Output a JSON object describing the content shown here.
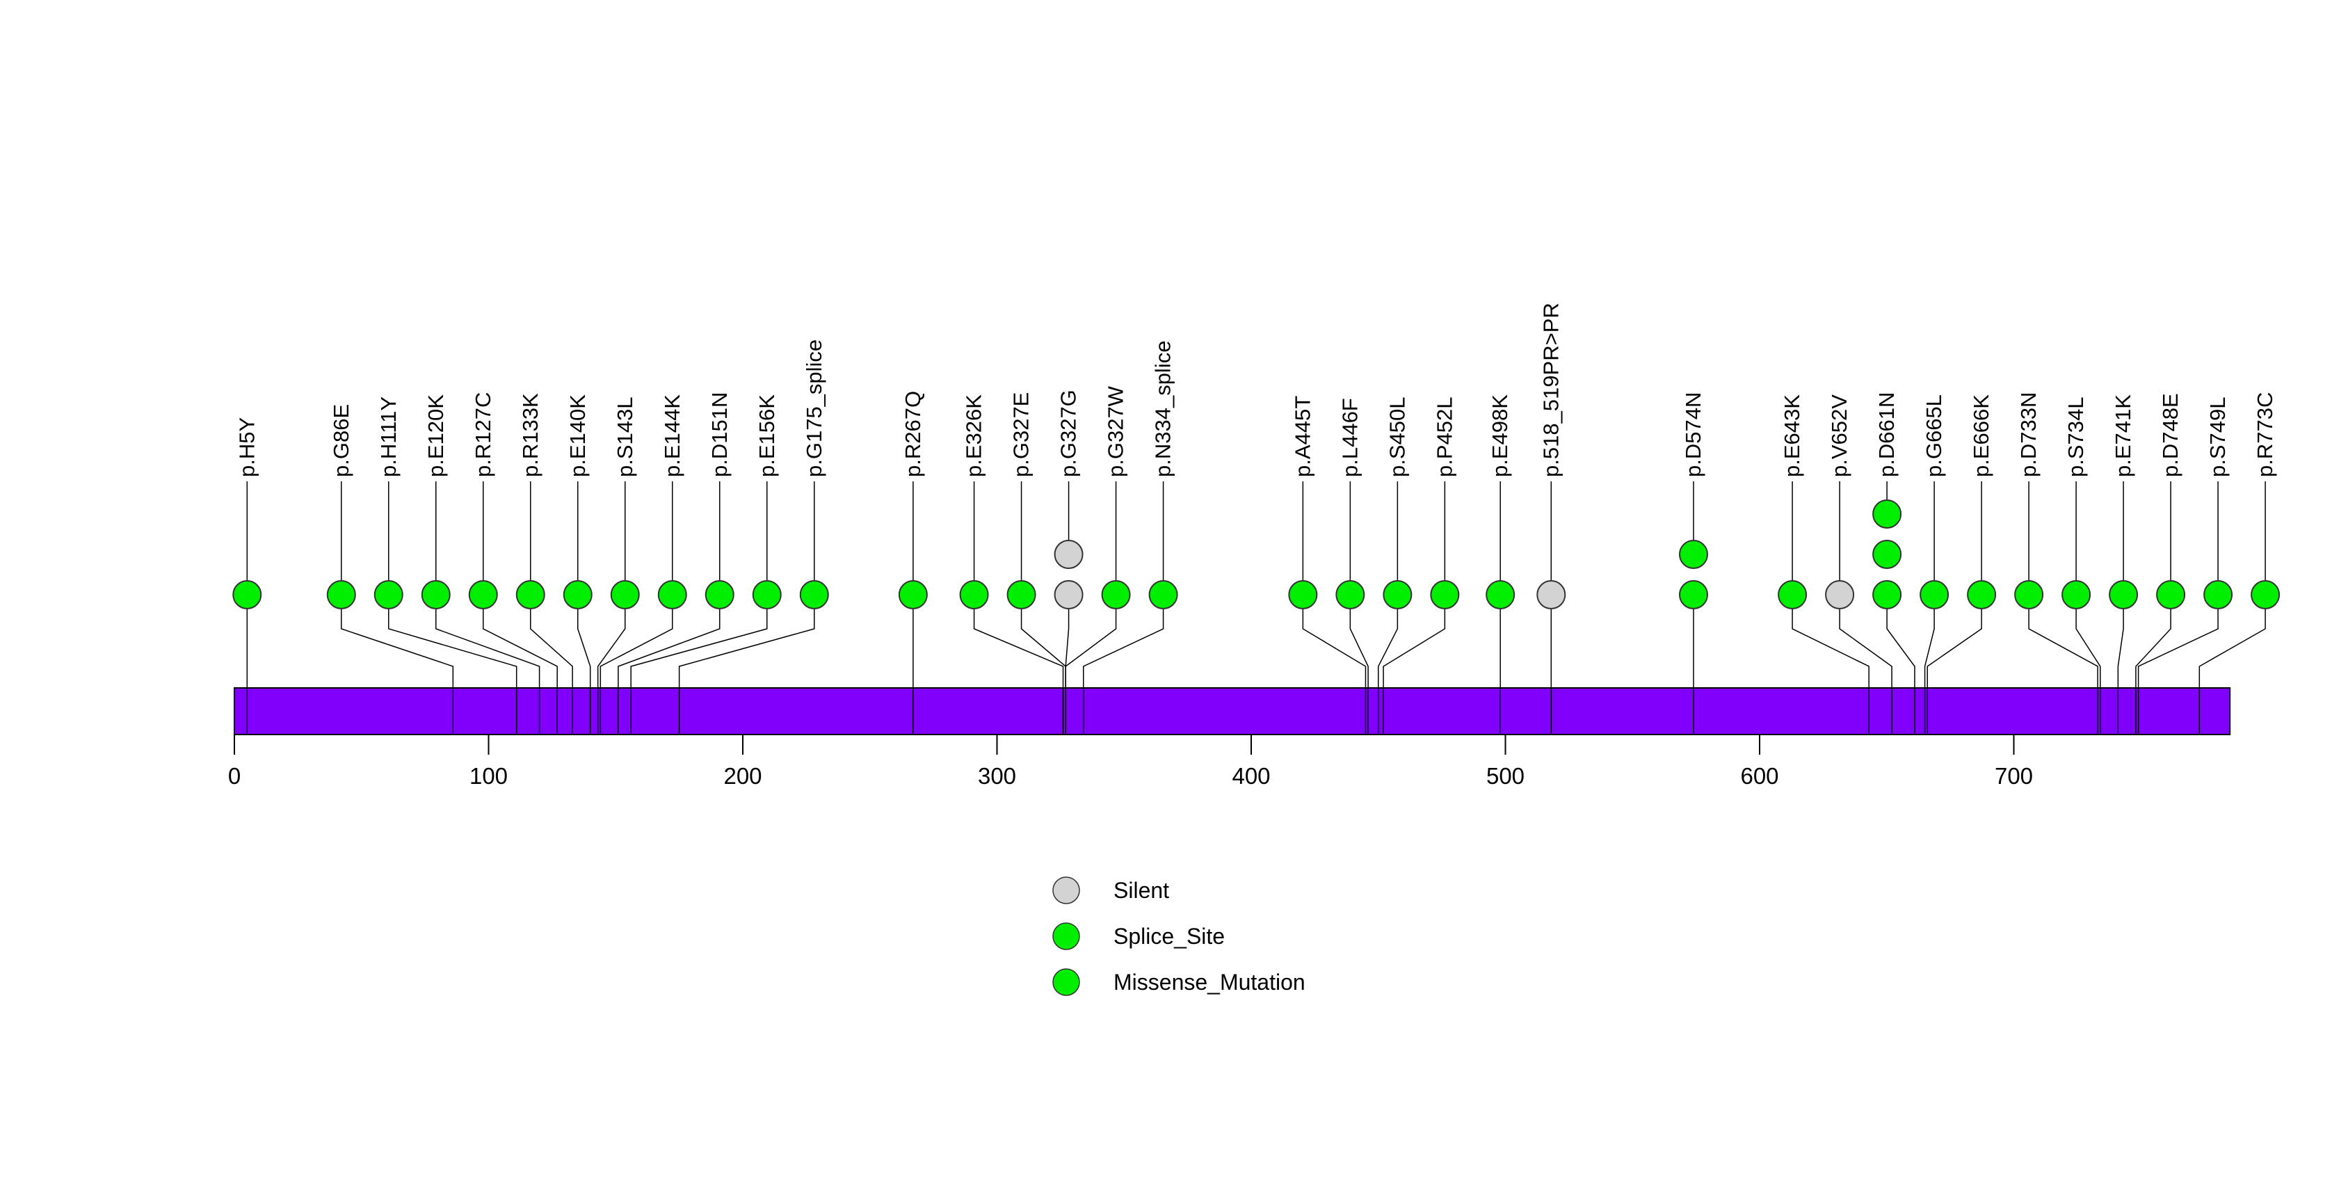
{
  "chart_data": {
    "type": "lollipop",
    "title": "",
    "description": "Protein lollipop mutation plot",
    "gene_track": {
      "color": "#8000FC",
      "start": 0,
      "end": 785
    },
    "axis": {
      "min": 0,
      "max": 785,
      "ticks": [
        0,
        100,
        200,
        300,
        400,
        500,
        600,
        700
      ]
    },
    "legend_position": "bottom-center",
    "grid": false,
    "legend": [
      {
        "label": "Silent",
        "color": "#D3D3D3"
      },
      {
        "label": "Splice_Site",
        "color": "#00EE00"
      },
      {
        "label": "Missense_Mutation",
        "color": "#00EE00"
      }
    ],
    "mutations": [
      {
        "label": "p.H5Y",
        "position": 5,
        "type": "Missense_Mutation",
        "count": 1
      },
      {
        "label": "p.G86E",
        "position": 86,
        "type": "Missense_Mutation",
        "count": 1
      },
      {
        "label": "p.H111Y",
        "position": 111,
        "type": "Missense_Mutation",
        "count": 1
      },
      {
        "label": "p.E120K",
        "position": 120,
        "type": "Missense_Mutation",
        "count": 1
      },
      {
        "label": "p.R127C",
        "position": 127,
        "type": "Missense_Mutation",
        "count": 1
      },
      {
        "label": "p.R133K",
        "position": 133,
        "type": "Missense_Mutation",
        "count": 1
      },
      {
        "label": "p.E140K",
        "position": 140,
        "type": "Missense_Mutation",
        "count": 1
      },
      {
        "label": "p.S143L",
        "position": 143,
        "type": "Missense_Mutation",
        "count": 1
      },
      {
        "label": "p.E144K",
        "position": 144,
        "type": "Missense_Mutation",
        "count": 1
      },
      {
        "label": "p.D151N",
        "position": 151,
        "type": "Missense_Mutation",
        "count": 1
      },
      {
        "label": "p.E156K",
        "position": 156,
        "type": "Missense_Mutation",
        "count": 1
      },
      {
        "label": "p.G175_splice",
        "position": 175,
        "type": "Splice_Site",
        "count": 1
      },
      {
        "label": "p.R267Q",
        "position": 267,
        "type": "Missense_Mutation",
        "count": 1
      },
      {
        "label": "p.E326K",
        "position": 326,
        "type": "Missense_Mutation",
        "count": 1
      },
      {
        "label": "p.G327E",
        "position": 327,
        "type": "Missense_Mutation",
        "count": 1
      },
      {
        "label": "p.G327G",
        "position": 327,
        "type": "Silent",
        "count": 2
      },
      {
        "label": "p.G327W",
        "position": 327,
        "type": "Missense_Mutation",
        "count": 1
      },
      {
        "label": "p.N334_splice",
        "position": 334,
        "type": "Splice_Site",
        "count": 1
      },
      {
        "label": "p.A445T",
        "position": 445,
        "type": "Missense_Mutation",
        "count": 1
      },
      {
        "label": "p.L446F",
        "position": 446,
        "type": "Missense_Mutation",
        "count": 1
      },
      {
        "label": "p.S450L",
        "position": 450,
        "type": "Missense_Mutation",
        "count": 1
      },
      {
        "label": "p.P452L",
        "position": 452,
        "type": "Missense_Mutation",
        "count": 1
      },
      {
        "label": "p.E498K",
        "position": 498,
        "type": "Missense_Mutation",
        "count": 1
      },
      {
        "label": "p.518_519PR>PR",
        "position": 518,
        "type": "Silent",
        "count": 1
      },
      {
        "label": "p.D574N",
        "position": 574,
        "type": "Missense_Mutation",
        "count": 2
      },
      {
        "label": "p.E643K",
        "position": 643,
        "type": "Missense_Mutation",
        "count": 1
      },
      {
        "label": "p.V652V",
        "position": 652,
        "type": "Silent",
        "count": 1
      },
      {
        "label": "p.D661N",
        "position": 661,
        "type": "Missense_Mutation",
        "count": 3
      },
      {
        "label": "p.G665L",
        "position": 665,
        "type": "Missense_Mutation",
        "count": 1
      },
      {
        "label": "p.E666K",
        "position": 666,
        "type": "Missense_Mutation",
        "count": 1
      },
      {
        "label": "p.D733N",
        "position": 733,
        "type": "Missense_Mutation",
        "count": 1
      },
      {
        "label": "p.S734L",
        "position": 734,
        "type": "Missense_Mutation",
        "count": 1
      },
      {
        "label": "p.E741K",
        "position": 741,
        "type": "Missense_Mutation",
        "count": 1
      },
      {
        "label": "p.D748E",
        "position": 748,
        "type": "Missense_Mutation",
        "count": 1
      },
      {
        "label": "p.S749L",
        "position": 749,
        "type": "Missense_Mutation",
        "count": 1
      },
      {
        "label": "p.R773C",
        "position": 773,
        "type": "Missense_Mutation",
        "count": 1
      }
    ]
  }
}
